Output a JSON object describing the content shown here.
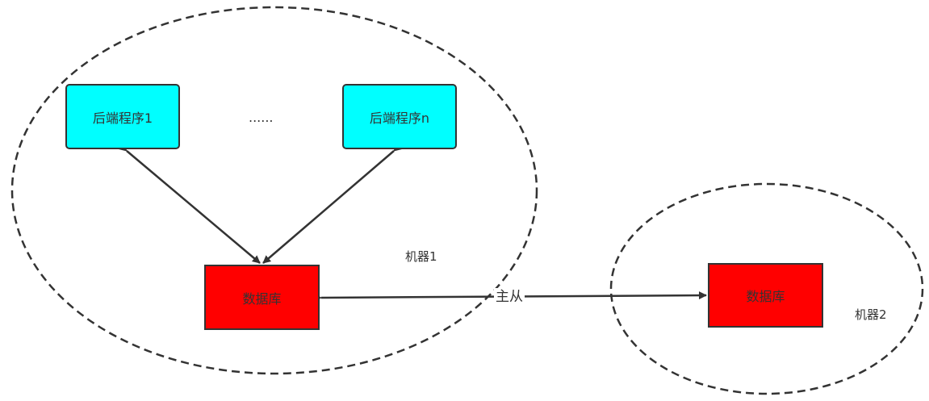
{
  "colors": {
    "backend_fill": "#00ffff",
    "database_fill": "#ff0000",
    "stroke": "#333333",
    "text": "#333333"
  },
  "machine_1": {
    "label": "机器1",
    "backends": [
      {
        "label": "后端程序1"
      },
      {
        "label": "后端程序n"
      }
    ],
    "ellipsis": "......",
    "database": {
      "label": "数据库"
    }
  },
  "machine_2": {
    "label": "机器2",
    "database": {
      "label": "数据库"
    }
  },
  "replication": {
    "label": "主从"
  }
}
